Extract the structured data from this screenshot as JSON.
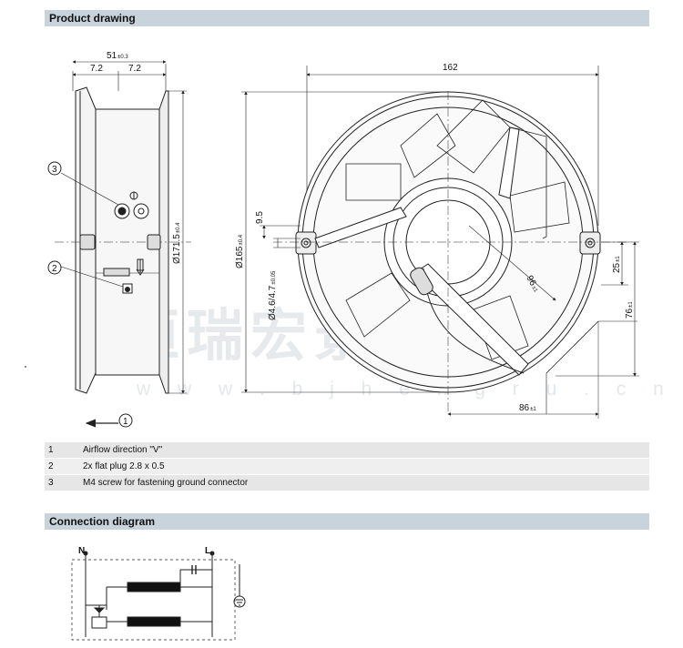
{
  "sections": {
    "product_drawing": "Product drawing",
    "connection_diagram": "Connection diagram"
  },
  "side_view": {
    "width_label": "51",
    "width_tol": "±0.3",
    "offset_left": "7.2",
    "offset_right": "7.2",
    "diameter_label": "Ø171.5",
    "diameter_tol": "±0.4",
    "callout_1": "1",
    "callout_2": "2",
    "callout_3": "3"
  },
  "front_view": {
    "width_label": "162",
    "outer_diameter_label": "Ø165",
    "outer_diameter_tol": "±0.4",
    "dim_9_5": "9.5",
    "hole_label": "Ø4.6/4.7",
    "hole_tol": "±0.05",
    "radius_label": "96",
    "radius_tol": "±1",
    "dim_25": "25",
    "dim_25_tol": "±1",
    "dim_76": "76",
    "dim_76_tol": "±1",
    "dim_86": "86",
    "dim_86_tol": "±1"
  },
  "legend": [
    {
      "num": "1",
      "text": "Airflow direction \"V\""
    },
    {
      "num": "2",
      "text": "2x flat plug 2.8 x 0.5"
    },
    {
      "num": "3",
      "text": "M4 screw for fastening ground connector"
    }
  ],
  "watermark": {
    "text": "恒瑞宏景科技",
    "url": "w w w . b j h e n g r u . c n"
  },
  "connection": {
    "n_label": "N",
    "l_label": "L",
    "ground_icon": "ground-icon",
    "thermal_icon": "thermal-protector-icon",
    "capacitor_icon": "capacitor-icon"
  },
  "colors": {
    "header_bar": "#c9d3dc",
    "line": "#222222"
  }
}
